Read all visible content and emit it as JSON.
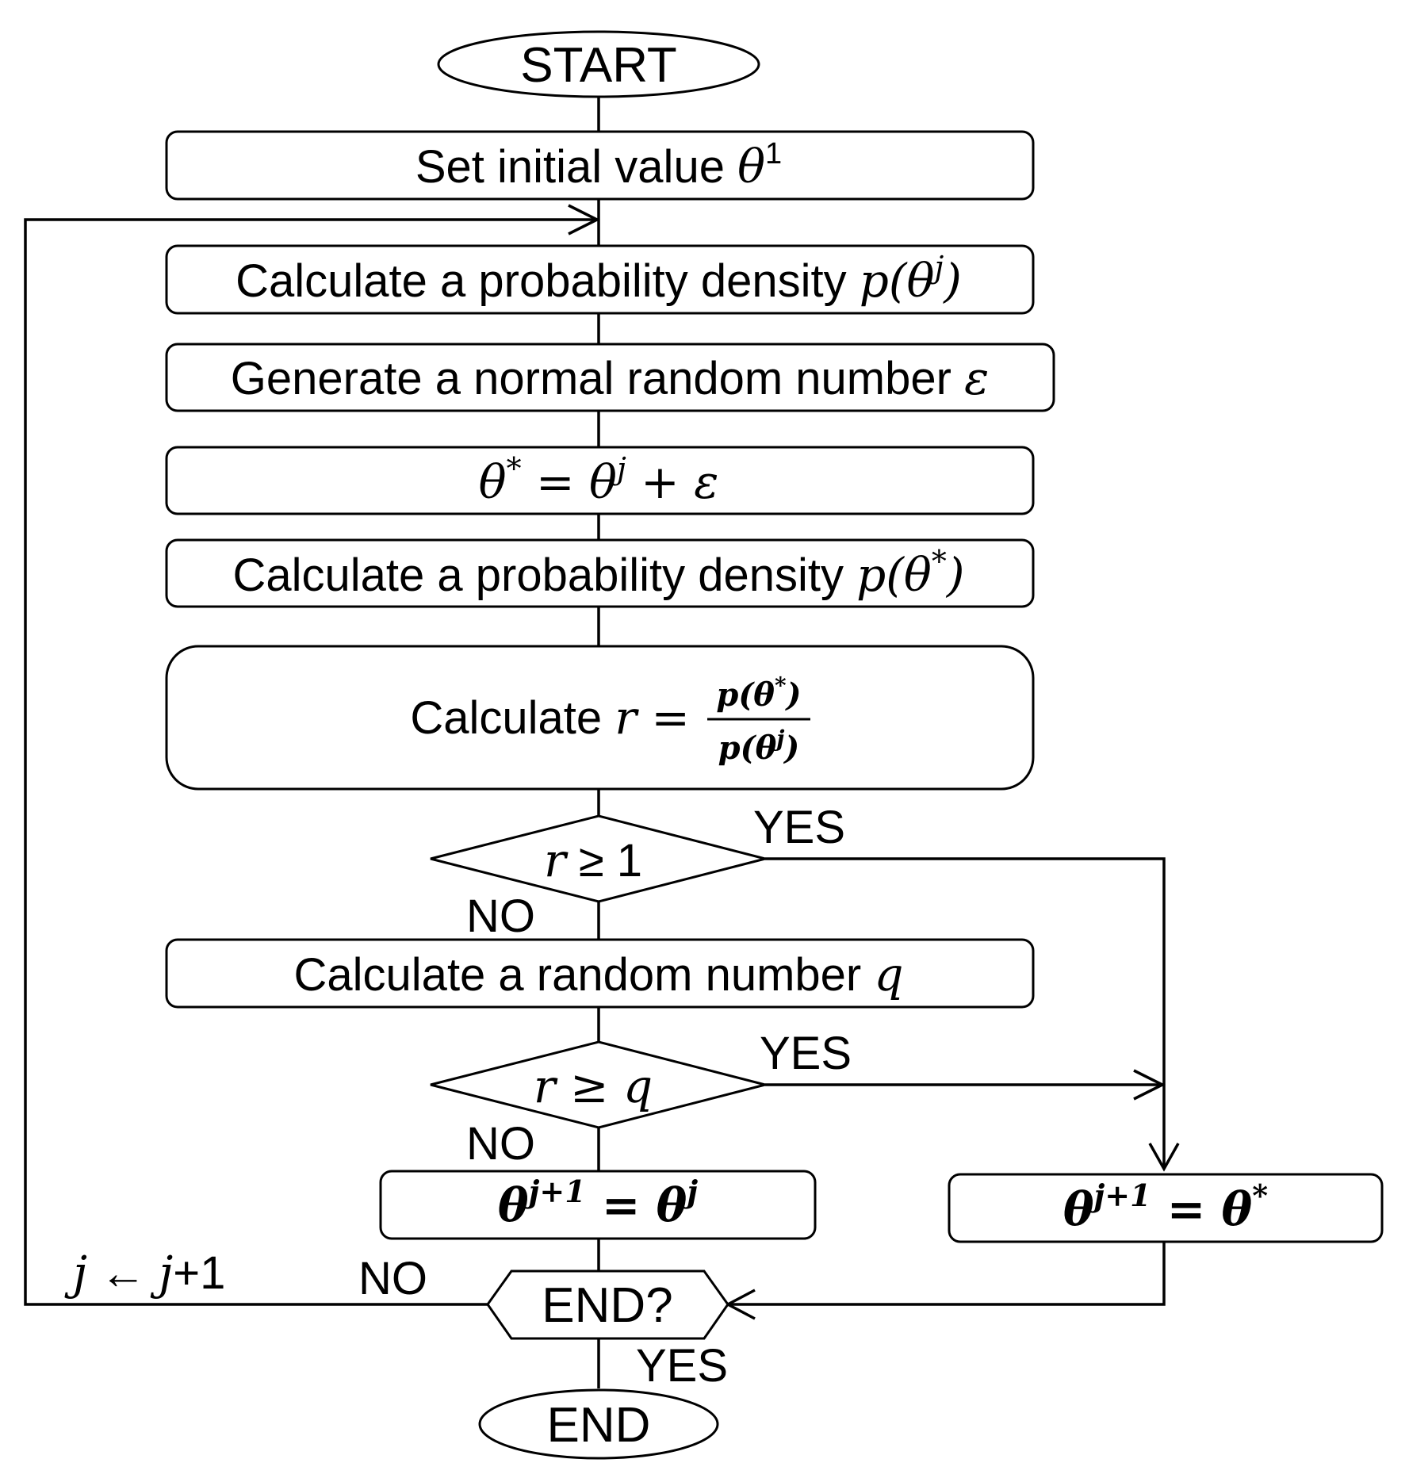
{
  "flowchart": {
    "start": "START",
    "end": "END",
    "set_initial": {
      "text": "Set initial value ",
      "var": "θ",
      "sup": "1"
    },
    "calc_density_j": {
      "text": "Calculate a probability density ",
      "expr": "p(θ",
      "sup": "j",
      "close": ")"
    },
    "generate_normal": {
      "text": "Generate a normal random number ",
      "var": "ε"
    },
    "proposal": {
      "lhs": "θ",
      "lhs_sup": "*",
      "mid": " = θ",
      "mid_sup": "j",
      "rhs": " + ε"
    },
    "calc_density_star": {
      "text": "Calculate a probability density ",
      "expr": "p(θ",
      "sup": "*",
      "close": ")"
    },
    "calc_ratio": {
      "text": "Calculate ",
      "lhs": "r = ",
      "num_open": "p(θ",
      "num_sup": "*",
      "num_close": ")",
      "den_open": "p(θ",
      "den_sup": "j",
      "den_close": ")"
    },
    "decision_r1": {
      "lhs": "r",
      "rest": " ≥ 1"
    },
    "calc_random_q": {
      "text": "Calculate a random number ",
      "var": "q"
    },
    "decision_rq": {
      "lhs": "r",
      "rest": " ≥ q"
    },
    "keep_state": {
      "lhs": "θ",
      "lhs_sup": "j+1",
      "rhs": " = θ",
      "rhs_sup": "j"
    },
    "accept_state": {
      "lhs": "θ",
      "lhs_sup": "j+1",
      "rhs": " = θ",
      "rhs_sup": "*"
    },
    "end_check": "END?",
    "labels": {
      "yes1": "YES",
      "no1": "NO",
      "yes2": "YES",
      "no2": "NO",
      "no3": "NO",
      "yes3": "YES",
      "increment_var": "j",
      "increment_arrow": " ← ",
      "increment_rest_var": "j",
      "increment_plus": "+1"
    }
  }
}
